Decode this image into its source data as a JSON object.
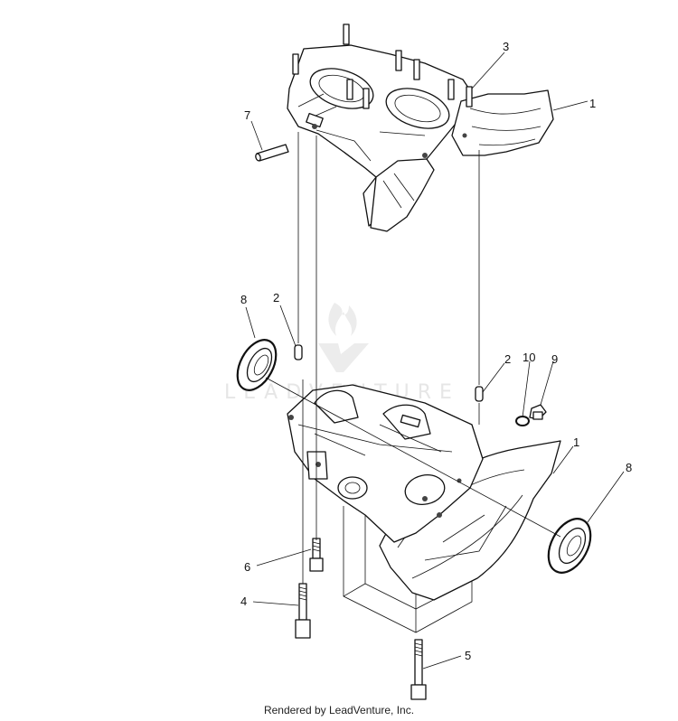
{
  "watermark": {
    "text": "LEADVENTURE"
  },
  "footer": {
    "credit": "Rendered by LeadVenture, Inc."
  },
  "callouts": [
    {
      "id": "upper-crankcase-1",
      "label": "1"
    },
    {
      "id": "stud-3",
      "label": "3"
    },
    {
      "id": "dowel-7",
      "label": "7"
    },
    {
      "id": "seal-8-left",
      "label": "8"
    },
    {
      "id": "pin-2-left",
      "label": "2"
    },
    {
      "id": "pin-2-right",
      "label": "2"
    },
    {
      "id": "washer-10",
      "label": "10"
    },
    {
      "id": "plug-9",
      "label": "9"
    },
    {
      "id": "lower-crankcase-1",
      "label": "1"
    },
    {
      "id": "seal-8-right",
      "label": "8"
    },
    {
      "id": "bolt-6",
      "label": "6"
    },
    {
      "id": "bolt-4",
      "label": "4"
    },
    {
      "id": "bolt-5",
      "label": "5"
    }
  ]
}
